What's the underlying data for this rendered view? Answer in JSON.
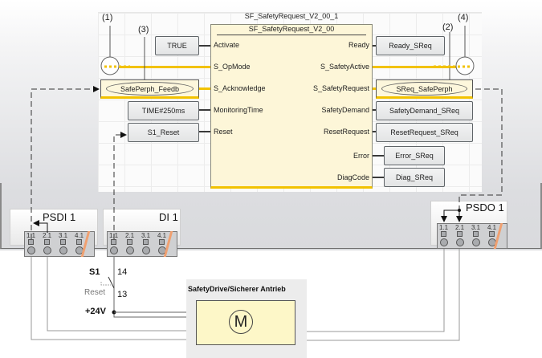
{
  "callouts": {
    "c1": "(1)",
    "c2": "(2)",
    "c3": "(3)",
    "c4": "(4)"
  },
  "function_block": {
    "instance_name": "SF_SafetyRequest_V2_00_1",
    "type_name": "SF_SafetyRequest_V2_00",
    "inputs": [
      "Activate",
      "S_OpMode",
      "S_Acknowledge",
      "MonitoringTime",
      "Reset"
    ],
    "outputs": [
      "Ready",
      "S_SafetyActive",
      "S_SafetyRequest",
      "SafetyDemand",
      "ResetRequest",
      "Error",
      "DiagCode"
    ]
  },
  "input_variables": {
    "activate": "TRUE",
    "acknowledge": "SafePerph_Feedb",
    "monitoring_time": "TIME#250ms",
    "reset": "S1_Reset"
  },
  "output_variables": {
    "ready": "Ready_SReq",
    "safety_request": "SReq_SafePerph",
    "safety_demand": "SafetyDemand_SReq",
    "reset_request": "ResetRequest_SReq",
    "error": "Error_SReq",
    "diag_code": "Diag_SReq"
  },
  "modules": {
    "psdi": {
      "label": "PSDI 1",
      "terminals": [
        "1.1",
        "2.1",
        "3.1",
        "4.1"
      ]
    },
    "di": {
      "label": "DI 1",
      "terminals": [
        "1.1",
        "2.1",
        "3.1",
        "4.1"
      ]
    },
    "psdo": {
      "label": "PSDO 1",
      "terminals": [
        "1.1",
        "2.1",
        "3.1",
        "4.1"
      ]
    }
  },
  "wiring": {
    "switch_label": "S1",
    "switch_sub": "Reset",
    "contact_top": "14",
    "contact_bottom": "13",
    "supply": "+24V"
  },
  "drive": {
    "title": "SafetyDrive/Sicherer Antrieb",
    "motor": "M"
  },
  "colors": {
    "safe_signal": "#f2c200",
    "fb_fill": "#fdf6d8"
  }
}
